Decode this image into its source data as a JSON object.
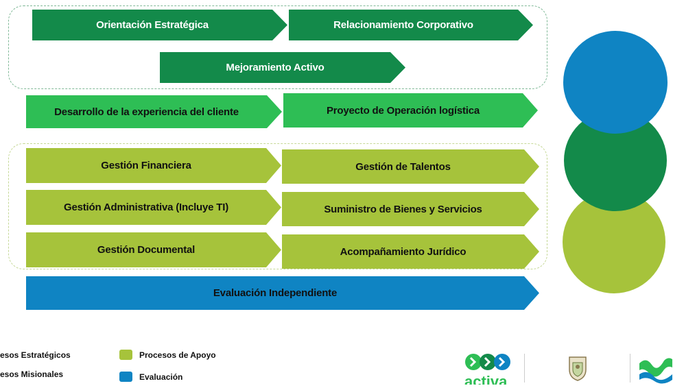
{
  "colors": {
    "strategic": "#138A4A",
    "missional": "#2EBE55",
    "support": "#A6C33B",
    "evaluation": "#0F84C3",
    "strategic_border": "#7FB896",
    "support_border": "#C5D896"
  },
  "strategic": {
    "orientacion": "Orientación Estratégica",
    "relacionamiento": "Relacionamiento Corporativo",
    "mejoramiento": "Mejoramiento Activo"
  },
  "missional": {
    "desarrollo": "Desarrollo de la experiencia del cliente",
    "proyecto": "Proyecto de Operación logística"
  },
  "support": {
    "financiera": "Gestión Financiera",
    "talentos": "Gestión de Talentos",
    "administrativa": "Gestión Administrativa (Incluye TI)",
    "suministro": "Suministro de Bienes y Servicios",
    "documental": "Gestión Documental",
    "juridico": "Acompañamiento Jurídico"
  },
  "evaluation": {
    "independiente": "Evaluación Independiente"
  },
  "legend": {
    "estrategicos": "esos Estratégicos",
    "misionales": "esos Misionales",
    "apoyo": "Procesos de Apoyo",
    "evaluacion": "Evaluación"
  },
  "logos": {
    "activa_text": "activa",
    "icons": [
      "activa-logo-icon",
      "coat-of-arms-icon",
      "green-wave-logo-icon"
    ]
  }
}
